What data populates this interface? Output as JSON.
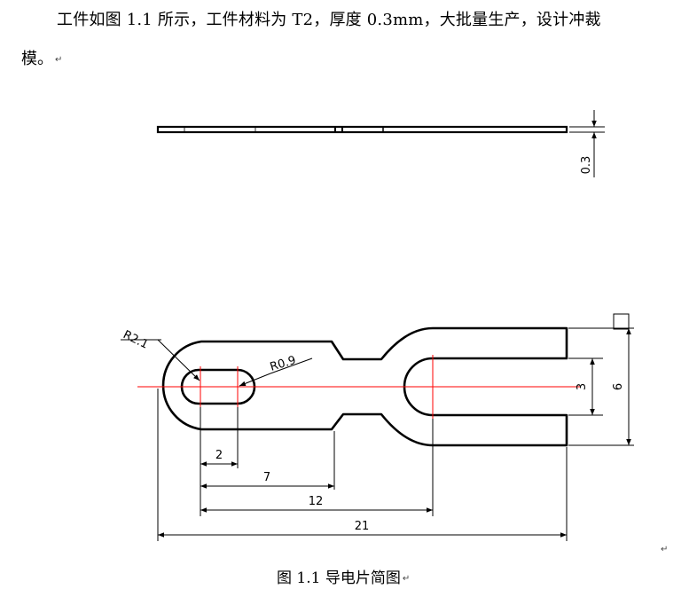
{
  "paragraph": {
    "line1": "工件如图 1.1 所示，工件材料为 T2，厚度 0.3mm，大批量生产，设计冲裁",
    "line2": "模。",
    "return_mark": "↵"
  },
  "drawing": {
    "side_view": {
      "thickness_dim": "0.3"
    },
    "top_view": {
      "radius_outer": "R2.1",
      "radius_slot": "R0.9",
      "dims": {
        "d2": "2",
        "d7": "7",
        "d12": "12",
        "d21": "21",
        "d3": "3",
        "d6": "6"
      }
    }
  },
  "caption": {
    "text": "图 1.1  导电片简图",
    "return_mark": "↵"
  },
  "stray_mark": "↵"
}
